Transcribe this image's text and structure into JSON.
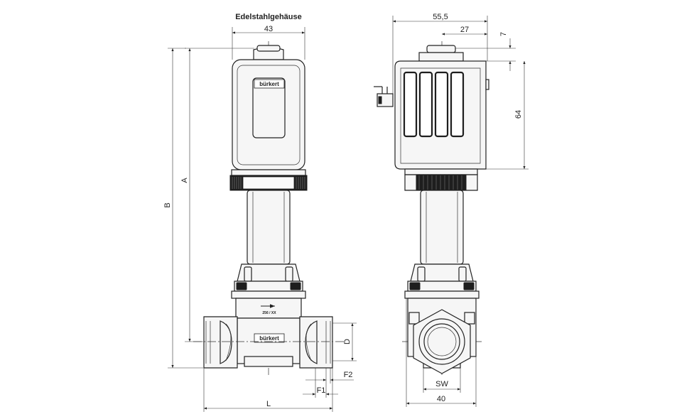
{
  "title": "Edelstahlgehäuse",
  "front_view": {
    "logo": "bürkert",
    "body_logo": "bürkert",
    "flow_mark": "256 / XX",
    "dims": {
      "width_top": "43",
      "A": "A",
      "B": "B",
      "D": "D",
      "L": "L",
      "F1": "F1",
      "F2": "F2"
    }
  },
  "side_view": {
    "dims": {
      "width_top": "55,5",
      "half_top": "27",
      "cap": "7",
      "coil_height": "64",
      "SW": "SW",
      "width_bottom": "40"
    }
  }
}
